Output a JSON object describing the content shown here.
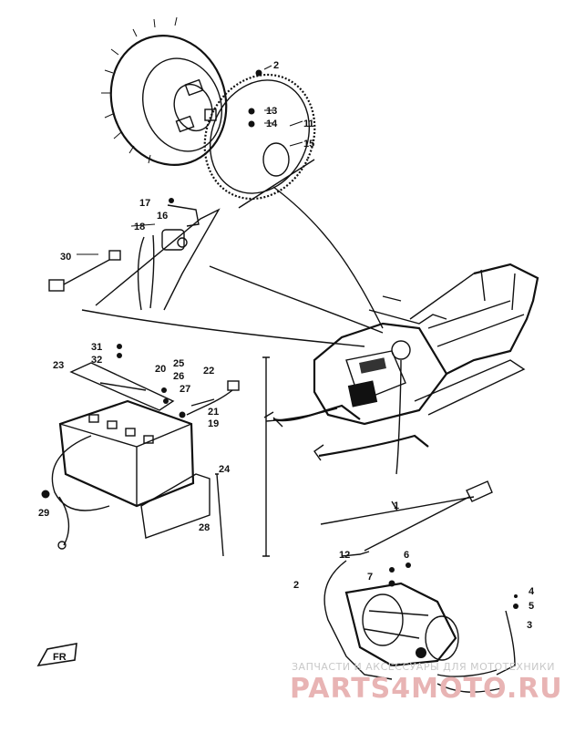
{
  "callouts": {
    "c1": "1",
    "c2": "2",
    "c3": "3",
    "c4": "4",
    "c5": "5",
    "c6": "6",
    "c7": "7",
    "c11": "11",
    "c12": "12",
    "c13": "13",
    "c14": "14",
    "c15": "15",
    "c16": "16",
    "c17": "17",
    "c18": "18",
    "c19": "19",
    "c20": "20",
    "c21": "21",
    "c22": "22",
    "c23": "23",
    "c24": "24",
    "c25": "25",
    "c26": "26",
    "c27": "27",
    "c28": "28",
    "c29": "29",
    "c30": "30",
    "c31": "31",
    "c32": "32",
    "front_marker": "FR"
  },
  "watermark": {
    "line1": "ЗАПЧАСТИ И АКСЕССУАРЫ ДЛЯ МОТОТЕХНИКИ",
    "line2": "PARTS4MOTO.RU"
  }
}
